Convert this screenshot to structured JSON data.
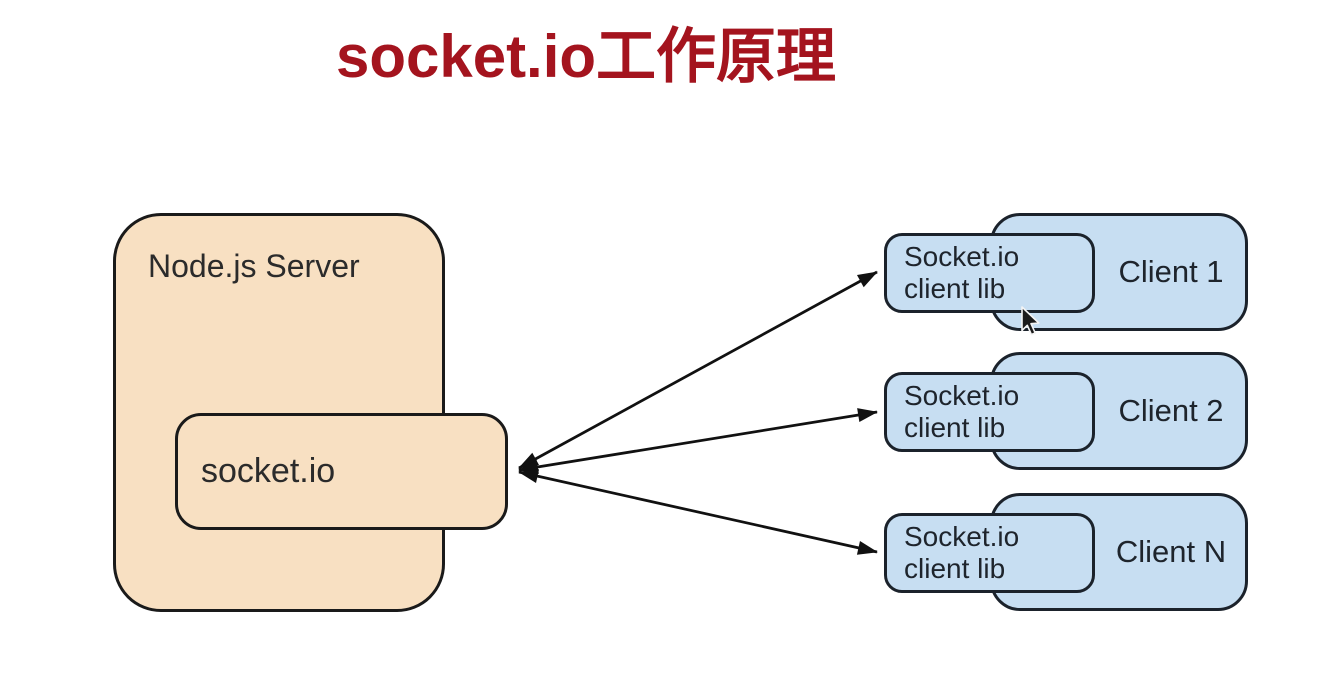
{
  "title": {
    "text": "socket.io工作原理"
  },
  "server": {
    "label": "Node.js Server",
    "module_label": "socket.io"
  },
  "clients": [
    {
      "label": "Client 1",
      "lib_lines": [
        "Socket.io",
        "client lib"
      ]
    },
    {
      "label": "Client 2",
      "lib_lines": [
        "Socket.io",
        "client lib"
      ]
    },
    {
      "label": "Client N",
      "lib_lines": [
        "Socket.io",
        "client lib"
      ]
    }
  ],
  "icons": {
    "cursor": "mouse-pointer-icon"
  },
  "colors": {
    "title_red": "#A4141E",
    "server_fill": "#F8E0C2",
    "client_fill": "#C7DEF2",
    "box_border_dark": "#1a1a1a",
    "client_border": "#1b222b",
    "arrow": "#111111",
    "background": "#ffffff"
  }
}
